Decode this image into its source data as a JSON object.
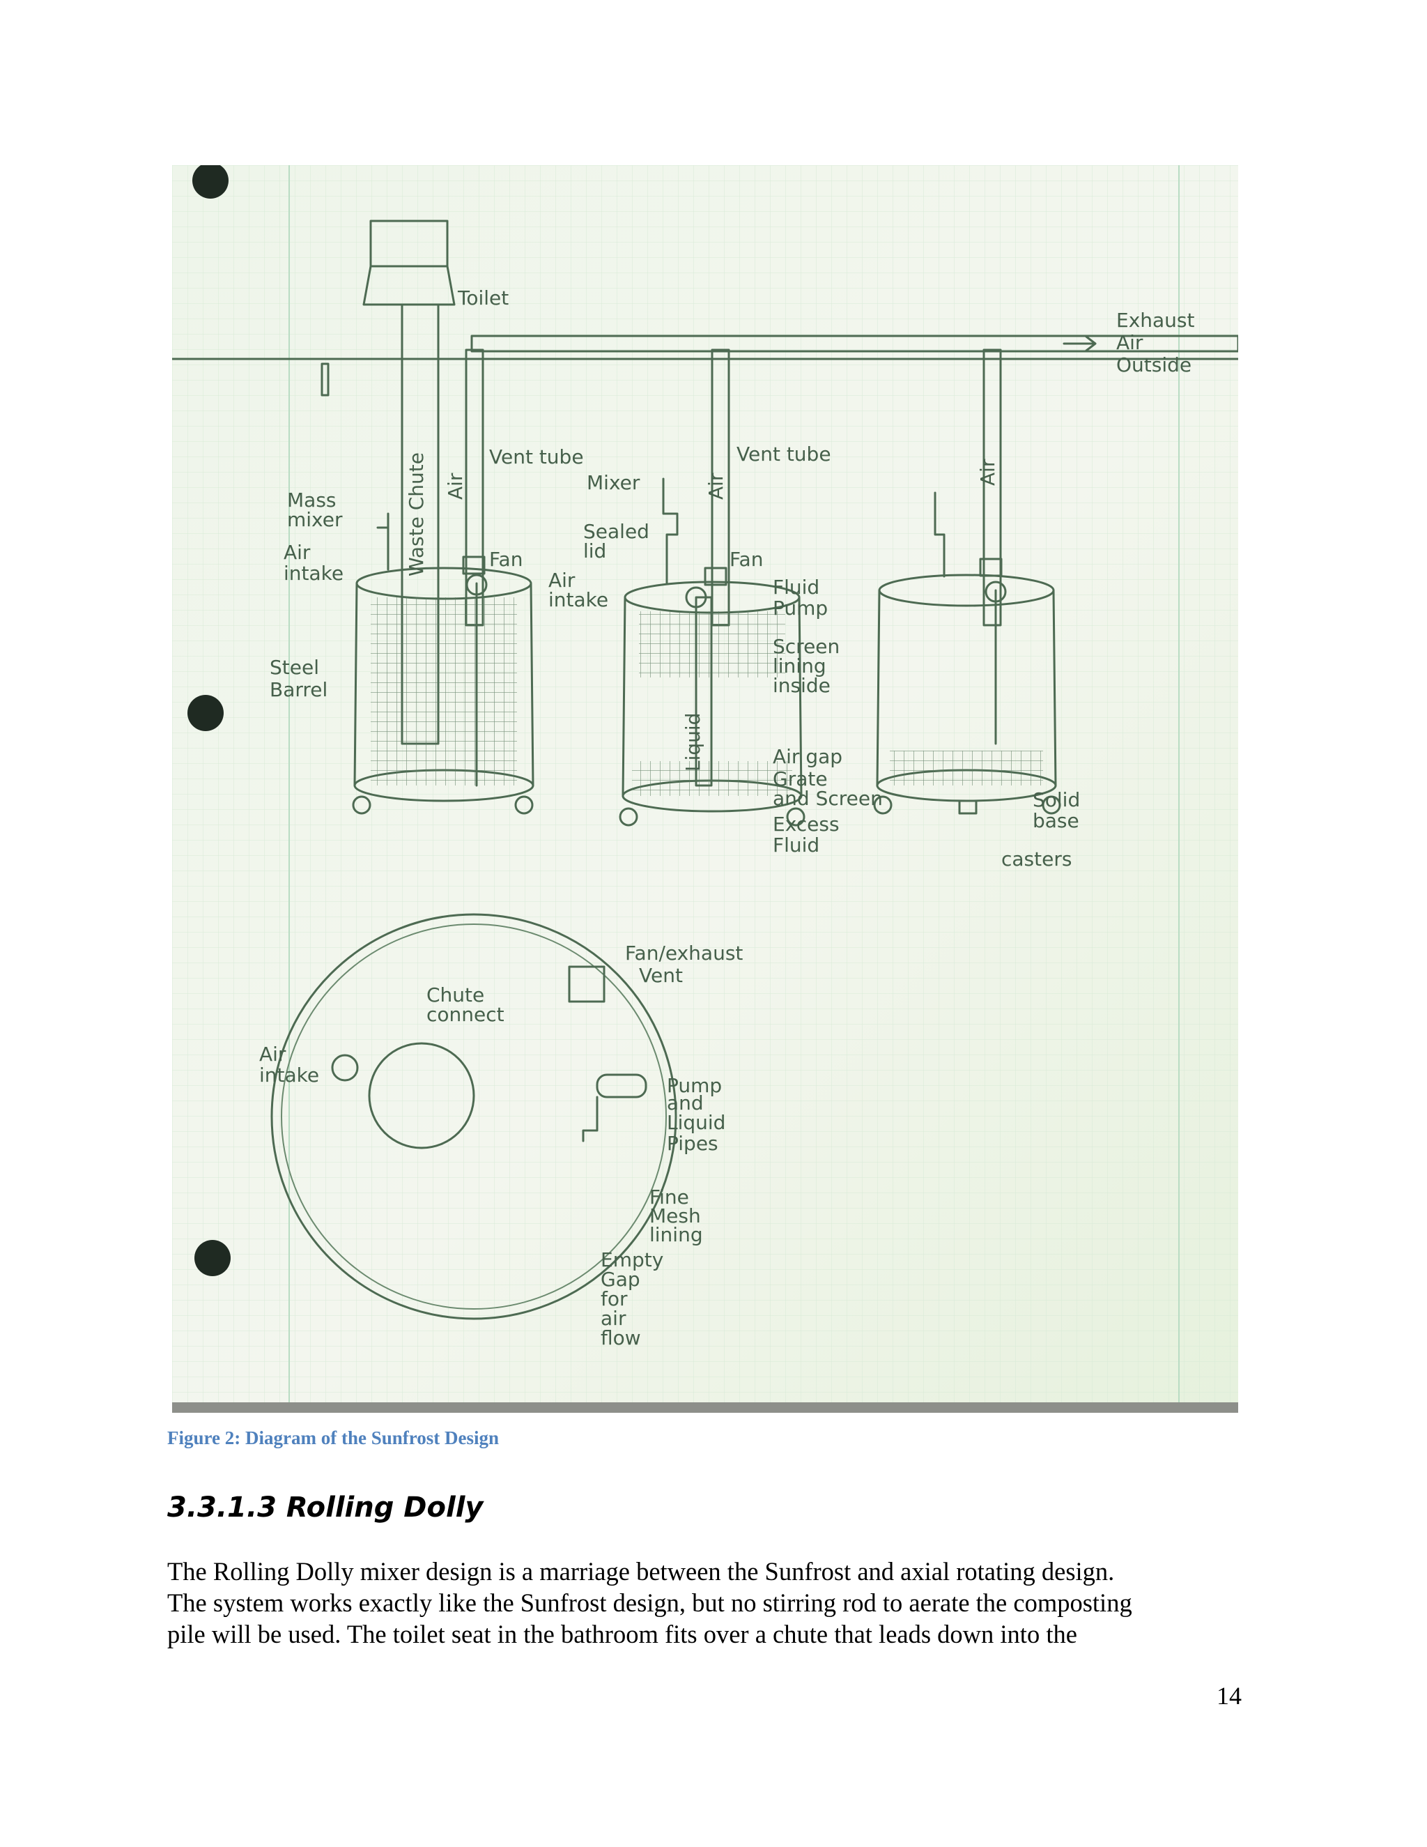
{
  "figure": {
    "caption": "Figure 2: Diagram of the Sunfrost Design",
    "labels": {
      "toilet": "Toilet",
      "exhaust_air_outside": [
        "Exhaust",
        "Air",
        "Outside"
      ],
      "vent_tube_1": "Vent tube",
      "vent_tube_2": "Vent tube",
      "mass_mixer": [
        "Mass",
        "mixer"
      ],
      "waste_chute": "Waste Chute",
      "air_intake_1": [
        "Air",
        "intake"
      ],
      "fan_1": "Fan",
      "mixer": "Mixer",
      "sealed_lid": [
        "Sealed",
        "lid"
      ],
      "fan_2": "Fan",
      "air_intake_2": [
        "Air",
        "intake"
      ],
      "fluid_pump": [
        "Fluid",
        "Pump"
      ],
      "steel_barrel": [
        "Steel",
        "Barrel"
      ],
      "screen_lining_inside": [
        "Screen",
        "lining",
        "inside"
      ],
      "air_gap": "Air gap",
      "grate_and_screen": [
        "Grate",
        "and Screen"
      ],
      "excess_fluid": [
        "Excess",
        "Fluid"
      ],
      "solid_base": [
        "Solid",
        "base"
      ],
      "casters": "casters",
      "air_1": "Air",
      "air_2": "Air",
      "air_3": "Air",
      "liquid": "Liquid",
      "fan_exhaust_vent": [
        "Fan/exhaust",
        "Vent"
      ],
      "chute_connect": [
        "Chute",
        "connect"
      ],
      "air_intake_3": [
        "Air",
        "intake"
      ],
      "pump_and_liquid_pipes": [
        "Pump",
        "and",
        "Liquid",
        "Pipes"
      ],
      "fine_mesh_lining": [
        "Fine",
        "Mesh",
        "lining"
      ],
      "empty_gap_for_air_flow": [
        "Empty",
        "Gap",
        "for",
        "air",
        "flow"
      ]
    }
  },
  "section": {
    "heading": "3.3.1.3 Rolling Dolly",
    "paragraph_lines": [
      "The Rolling Dolly mixer design is a marriage between the Sunfrost and axial rotating design.",
      "The system works exactly like the Sunfrost design, but no stirring rod to aerate the composting",
      "pile will be used.  The toilet seat in the bathroom fits over a chute that leads down into the"
    ]
  },
  "page_number": "14"
}
